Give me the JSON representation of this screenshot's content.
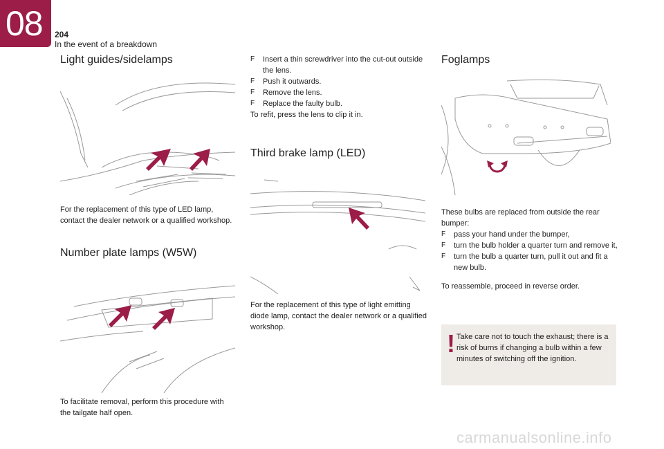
{
  "header": {
    "chapter_number": "08",
    "page_number": "204",
    "chapter_title": "In the event of a breakdown"
  },
  "colors": {
    "accent": "#9b1d48",
    "warning_bg": "#efebe7"
  },
  "sections": {
    "light_guides": {
      "heading": "Light guides/sidelamps",
      "text": "For the replacement of this type of LED lamp, contact the dealer network or a qualified workshop."
    },
    "number_plate": {
      "heading": "Number plate lamps (W5W)",
      "text": "To facilitate removal, perform this procedure with the tailgate half open."
    },
    "middle_steps": {
      "items": [
        "Insert a thin screwdriver into the cut-out outside the lens.",
        "Push it outwards.",
        "Remove the lens.",
        "Replace the faulty bulb."
      ],
      "refit": "To refit, press the lens to clip it in."
    },
    "third_brake": {
      "heading": "Third brake lamp (LED)",
      "text": "For the replacement of this type of light emitting diode lamp, contact the dealer network or a qualified workshop."
    },
    "foglamps": {
      "heading": "Foglamps",
      "intro": "These bulbs are replaced from outside the rear bumper:",
      "items": [
        "pass your hand under the bumper,",
        "turn the bulb holder a quarter turn and remove it,",
        "turn the bulb a quarter turn, pull it out and fit a new bulb."
      ],
      "outro": "To reassemble, proceed in reverse order."
    }
  },
  "warning": {
    "icon": "!",
    "text": "Take care not to touch the exhaust; there is a risk of burns if changing a bulb within a few minutes of switching off the ignition."
  },
  "bullet_mark": "F",
  "watermark": "carmanualsonline.info"
}
